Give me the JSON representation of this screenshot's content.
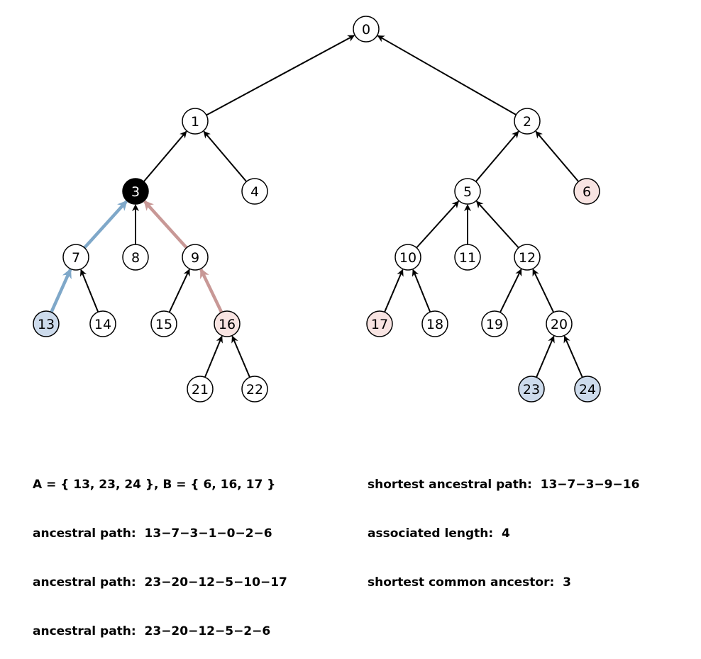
{
  "colors": {
    "node_fill": "#ffffff",
    "node_stroke": "#000000",
    "common_ancestor_fill": "#000000",
    "common_ancestor_text": "#ffffff",
    "set_a_fill": "#cddbec",
    "set_b_fill": "#f8e4e2",
    "path_a_edge": "#7fa8c9",
    "path_b_edge": "#c89896",
    "edge": "#000000"
  },
  "graph": {
    "nodes": [
      {
        "id": 0,
        "label": "0",
        "group": "none"
      },
      {
        "id": 1,
        "label": "1",
        "group": "none"
      },
      {
        "id": 2,
        "label": "2",
        "group": "none"
      },
      {
        "id": 3,
        "label": "3",
        "group": "ancestor"
      },
      {
        "id": 4,
        "label": "4",
        "group": "none"
      },
      {
        "id": 5,
        "label": "5",
        "group": "none"
      },
      {
        "id": 6,
        "label": "6",
        "group": "B"
      },
      {
        "id": 7,
        "label": "7",
        "group": "none"
      },
      {
        "id": 8,
        "label": "8",
        "group": "none"
      },
      {
        "id": 9,
        "label": "9",
        "group": "none"
      },
      {
        "id": 10,
        "label": "10",
        "group": "none"
      },
      {
        "id": 11,
        "label": "11",
        "group": "none"
      },
      {
        "id": 12,
        "label": "12",
        "group": "none"
      },
      {
        "id": 13,
        "label": "13",
        "group": "A"
      },
      {
        "id": 14,
        "label": "14",
        "group": "none"
      },
      {
        "id": 15,
        "label": "15",
        "group": "none"
      },
      {
        "id": 16,
        "label": "16",
        "group": "B"
      },
      {
        "id": 17,
        "label": "17",
        "group": "B"
      },
      {
        "id": 18,
        "label": "18",
        "group": "none"
      },
      {
        "id": 19,
        "label": "19",
        "group": "none"
      },
      {
        "id": 20,
        "label": "20",
        "group": "none"
      },
      {
        "id": 21,
        "label": "21",
        "group": "none"
      },
      {
        "id": 22,
        "label": "22",
        "group": "none"
      },
      {
        "id": 23,
        "label": "23",
        "group": "A"
      },
      {
        "id": 24,
        "label": "24",
        "group": "A"
      }
    ],
    "edges": [
      {
        "from": 1,
        "to": 0,
        "path": "none"
      },
      {
        "from": 2,
        "to": 0,
        "path": "none"
      },
      {
        "from": 3,
        "to": 1,
        "path": "none"
      },
      {
        "from": 4,
        "to": 1,
        "path": "none"
      },
      {
        "from": 5,
        "to": 2,
        "path": "none"
      },
      {
        "from": 6,
        "to": 2,
        "path": "none"
      },
      {
        "from": 7,
        "to": 3,
        "path": "A"
      },
      {
        "from": 8,
        "to": 3,
        "path": "none"
      },
      {
        "from": 9,
        "to": 3,
        "path": "B"
      },
      {
        "from": 10,
        "to": 5,
        "path": "none"
      },
      {
        "from": 11,
        "to": 5,
        "path": "none"
      },
      {
        "from": 12,
        "to": 5,
        "path": "none"
      },
      {
        "from": 13,
        "to": 7,
        "path": "A"
      },
      {
        "from": 14,
        "to": 7,
        "path": "none"
      },
      {
        "from": 15,
        "to": 9,
        "path": "none"
      },
      {
        "from": 16,
        "to": 9,
        "path": "B"
      },
      {
        "from": 17,
        "to": 10,
        "path": "none"
      },
      {
        "from": 18,
        "to": 10,
        "path": "none"
      },
      {
        "from": 19,
        "to": 12,
        "path": "none"
      },
      {
        "from": 20,
        "to": 12,
        "path": "none"
      },
      {
        "from": 21,
        "to": 16,
        "path": "none"
      },
      {
        "from": 22,
        "to": 16,
        "path": "none"
      },
      {
        "from": 23,
        "to": 20,
        "path": "none"
      },
      {
        "from": 24,
        "to": 20,
        "path": "none"
      }
    ]
  },
  "captions": {
    "left": [
      "A = { 13, 23, 24 }, B = { 6, 16, 17 }",
      "ancestral path:  13−7−3−1−0−2−6",
      "ancestral path:  23−20−12−5−10−17",
      "ancestral path:  23−20−12−5−2−6"
    ],
    "right": [
      "shortest ancestral path:  13−7−3−9−16",
      "associated length:  4",
      "shortest common ancestor:  3"
    ]
  }
}
